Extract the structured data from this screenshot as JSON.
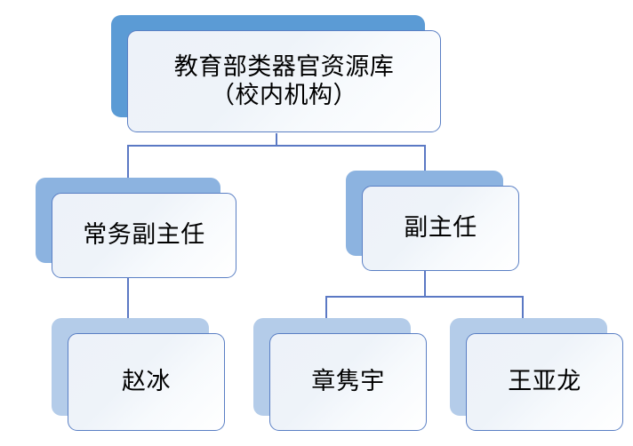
{
  "diagram": {
    "type": "organization-chart",
    "title_node": "教育部类器官资源库（校内机构）",
    "orientation": "top-down",
    "colors": {
      "level1_shadow": "#5b9bd5",
      "level2_shadow": "#8cb3e0",
      "level3_shadow": "#b4cce9",
      "card_border": "#5a7fc4",
      "card_fill": "#eef3f9",
      "connector": "#5b79c4",
      "background": "#ffffff",
      "text": "#000000"
    },
    "nodes": {
      "root": {
        "label": "教育部类器官资源库\n（校内机构）",
        "level": 1
      },
      "deputy_executive": {
        "label": "常务副主任",
        "level": 2
      },
      "deputy": {
        "label": "副主任",
        "level": 2
      },
      "member_1": {
        "label": "赵冰",
        "level": 3
      },
      "member_2": {
        "label": "章隽宇",
        "level": 3
      },
      "member_3": {
        "label": "王亚龙",
        "level": 3
      }
    },
    "edges": [
      {
        "from": "root",
        "to": "deputy_executive"
      },
      {
        "from": "root",
        "to": "deputy"
      },
      {
        "from": "deputy_executive",
        "to": "member_1"
      },
      {
        "from": "deputy",
        "to": "member_2"
      },
      {
        "from": "deputy",
        "to": "member_3"
      }
    ]
  }
}
